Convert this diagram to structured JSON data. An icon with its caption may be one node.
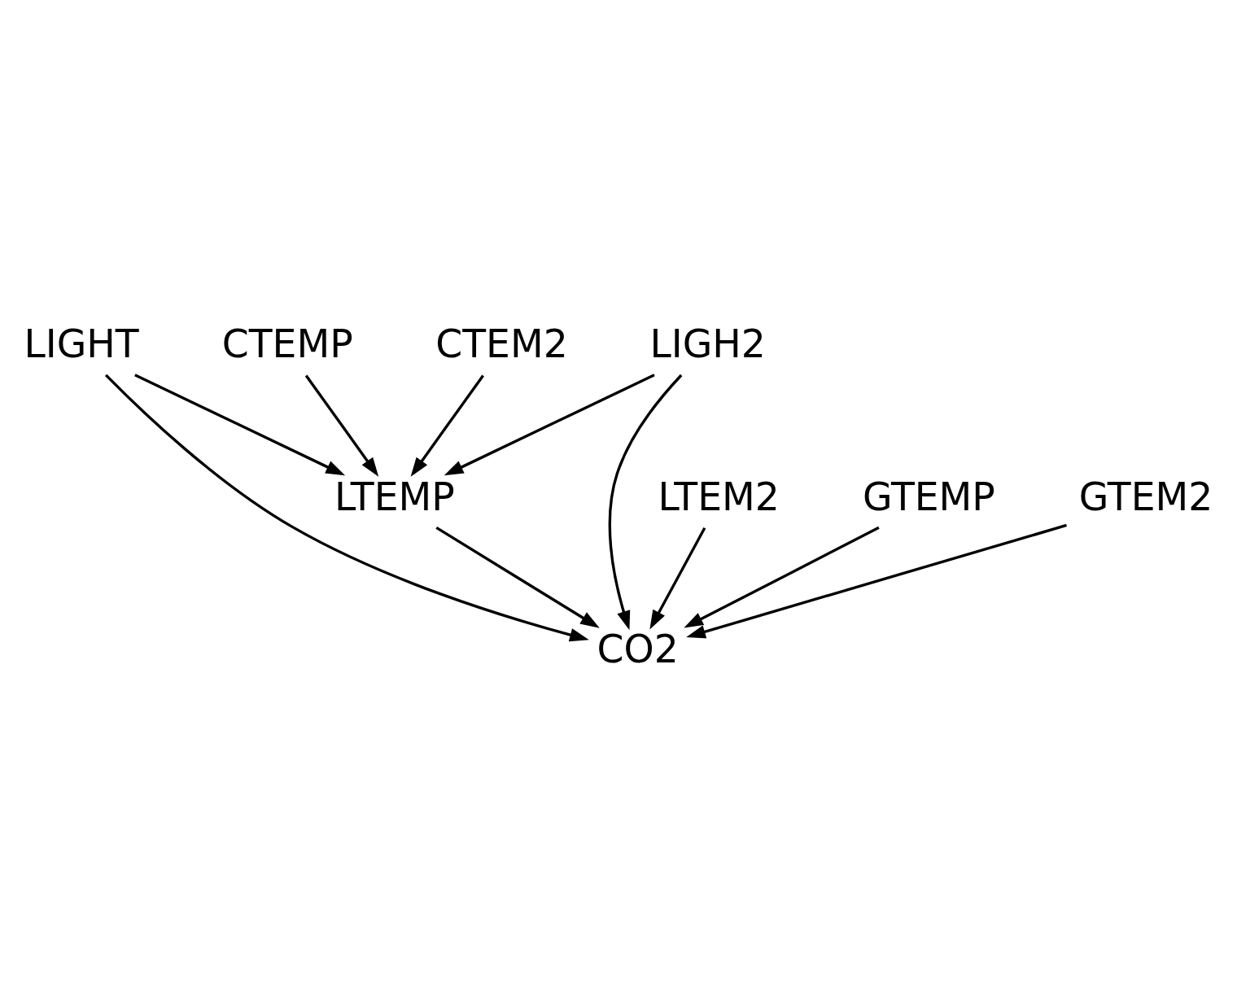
{
  "diagram": {
    "nodes": [
      {
        "text": [
          "CTEMP"
        ]
      },
      {
        "text": [
          "CTEM2"
        ]
      },
      {
        "text": [
          "LIGHT"
        ]
      },
      {
        "text": [
          "LIGH2"
        ]
      },
      {
        "text": [
          "LTEMP"
        ]
      },
      {
        "text": [
          "LTEM2"
        ]
      },
      {
        "text": [
          "CO2"
        ]
      },
      {
        "text": [
          "GTEMP"
        ]
      },
      {
        "text": [
          "GTEM2"
        ]
      }
    ],
    "edges": [
      {
        "from": 0,
        "to": 4,
        "arrow": "to"
      },
      {
        "from": 1,
        "to": 4,
        "arrow": "to"
      },
      {
        "from": 2,
        "to": 4,
        "arrow": "to"
      },
      {
        "from": 3,
        "to": 4,
        "arrow": "to"
      },
      {
        "from": 2,
        "to": 6,
        "arrow": "to"
      },
      {
        "from": 3,
        "to": 6,
        "arrow": "to"
      },
      {
        "from": 4,
        "to": 6,
        "arrow": "to"
      },
      {
        "from": 5,
        "to": 6,
        "arrow": "to"
      },
      {
        "from": 7,
        "to": 6,
        "arrow": "to"
      },
      {
        "from": 8,
        "to": 6,
        "arrow": "to"
      }
    ]
  }
}
